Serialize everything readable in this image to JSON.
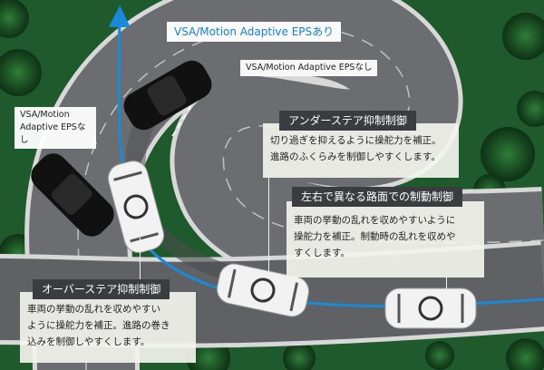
{
  "labels": {
    "vsa_on": "VSA/Motion Adaptive EPSあり",
    "vsa_off_top": "VSA/Motion Adaptive EPSなし",
    "vsa_off_left_line1": "VSA/Motion",
    "vsa_off_left_line2": "Adaptive EPSなし"
  },
  "panels": {
    "understeer": {
      "title": "アンダーステア抑制制御",
      "line1": "切り過ぎを抑えるように操舵力を補正。",
      "line2": "進路のふくらみを制御しやすくします。"
    },
    "split": {
      "title": "左右で異なる路面での制動制御",
      "line1": "車両の挙動の乱れを収めやすいように",
      "line2": "操舵力を補正。制動時の乱れを収めや",
      "line3": "すくします。"
    },
    "oversteer": {
      "title": "オーバーステア抑制制御",
      "line1": "車両の挙動の乱れを収めやすい",
      "line2": "ように操舵力を補正。進路の巻き",
      "line3": "込みを制御しやすくします。"
    }
  },
  "colors": {
    "grass": "#1f5a2c",
    "road": "#6b6d70",
    "road_edge": "#d8d8d8",
    "blue_path": "#1a8ad8",
    "panel_bg": "#f4f4ee",
    "title_bg": "#3a3c40",
    "blue_text": "#1582c8"
  }
}
